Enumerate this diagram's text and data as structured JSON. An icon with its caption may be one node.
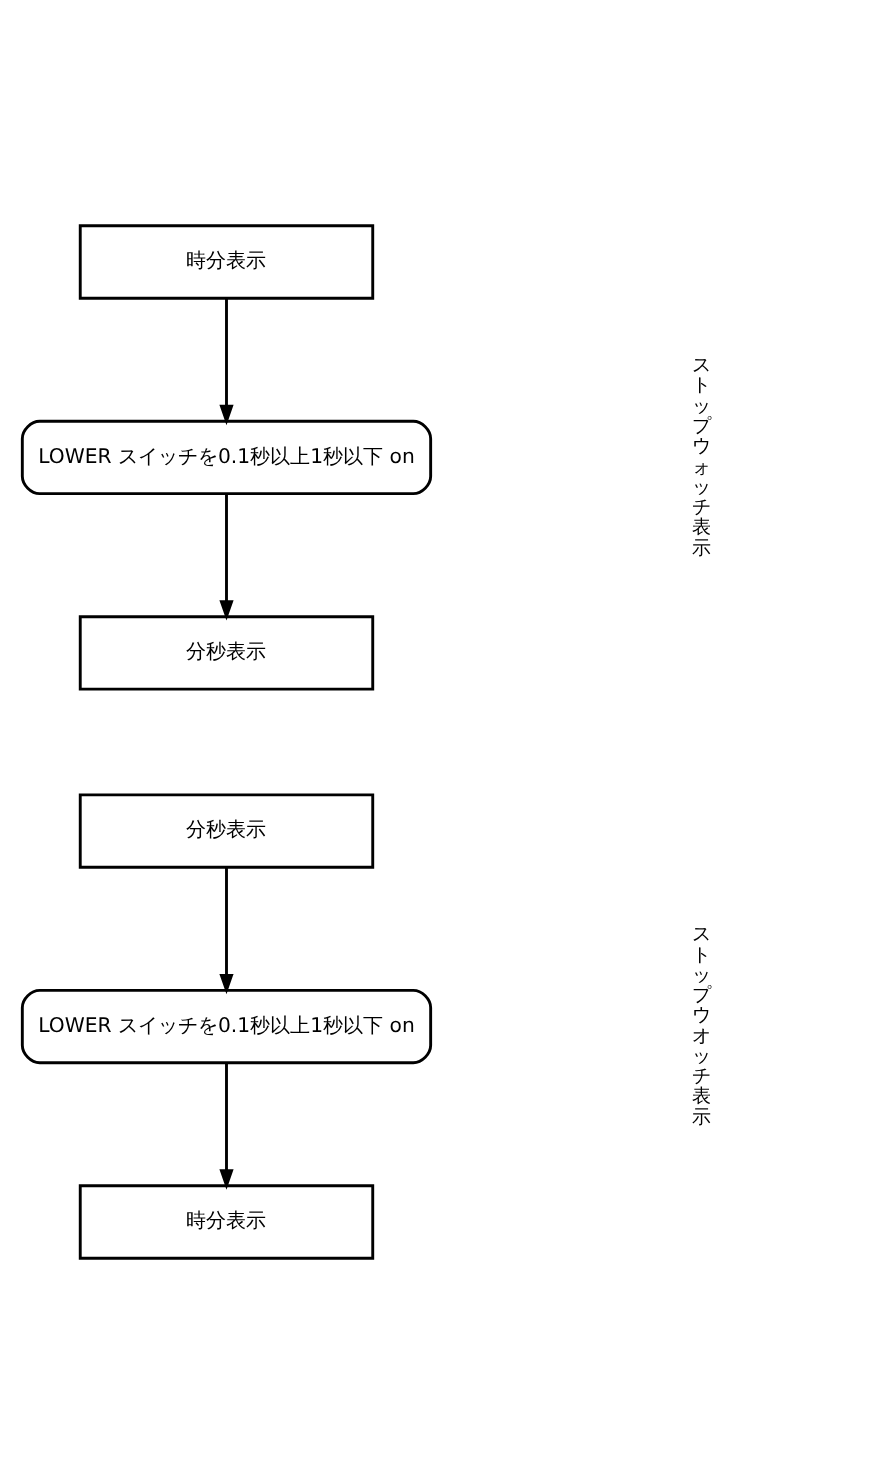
{
  "diagram": {
    "nodes": [
      {
        "text": [
          "時分表示"
        ]
      },
      {
        "text": [
          "LOWER スイッチを0.1秒以上1秒以下 on"
        ]
      },
      {
        "text": [
          "分秒表示"
        ]
      },
      {
        "text": [
          "分秒表示"
        ]
      },
      {
        "text": [
          "LOWER スイッチを0.1秒以上1秒以下 on"
        ]
      },
      {
        "text": [
          "時分表示"
        ]
      }
    ],
    "edges": [
      {
        "from": 0,
        "to": 1,
        "arrow": "to"
      },
      {
        "from": 1,
        "to": 2,
        "arrow": "to"
      },
      {
        "from": 3,
        "to": 4,
        "arrow": "to"
      },
      {
        "from": 4,
        "to": 5,
        "arrow": "to"
      }
    ],
    "labels": [
      "ストップウォッチ表示",
      "ストップウオッチ表示"
    ]
  }
}
